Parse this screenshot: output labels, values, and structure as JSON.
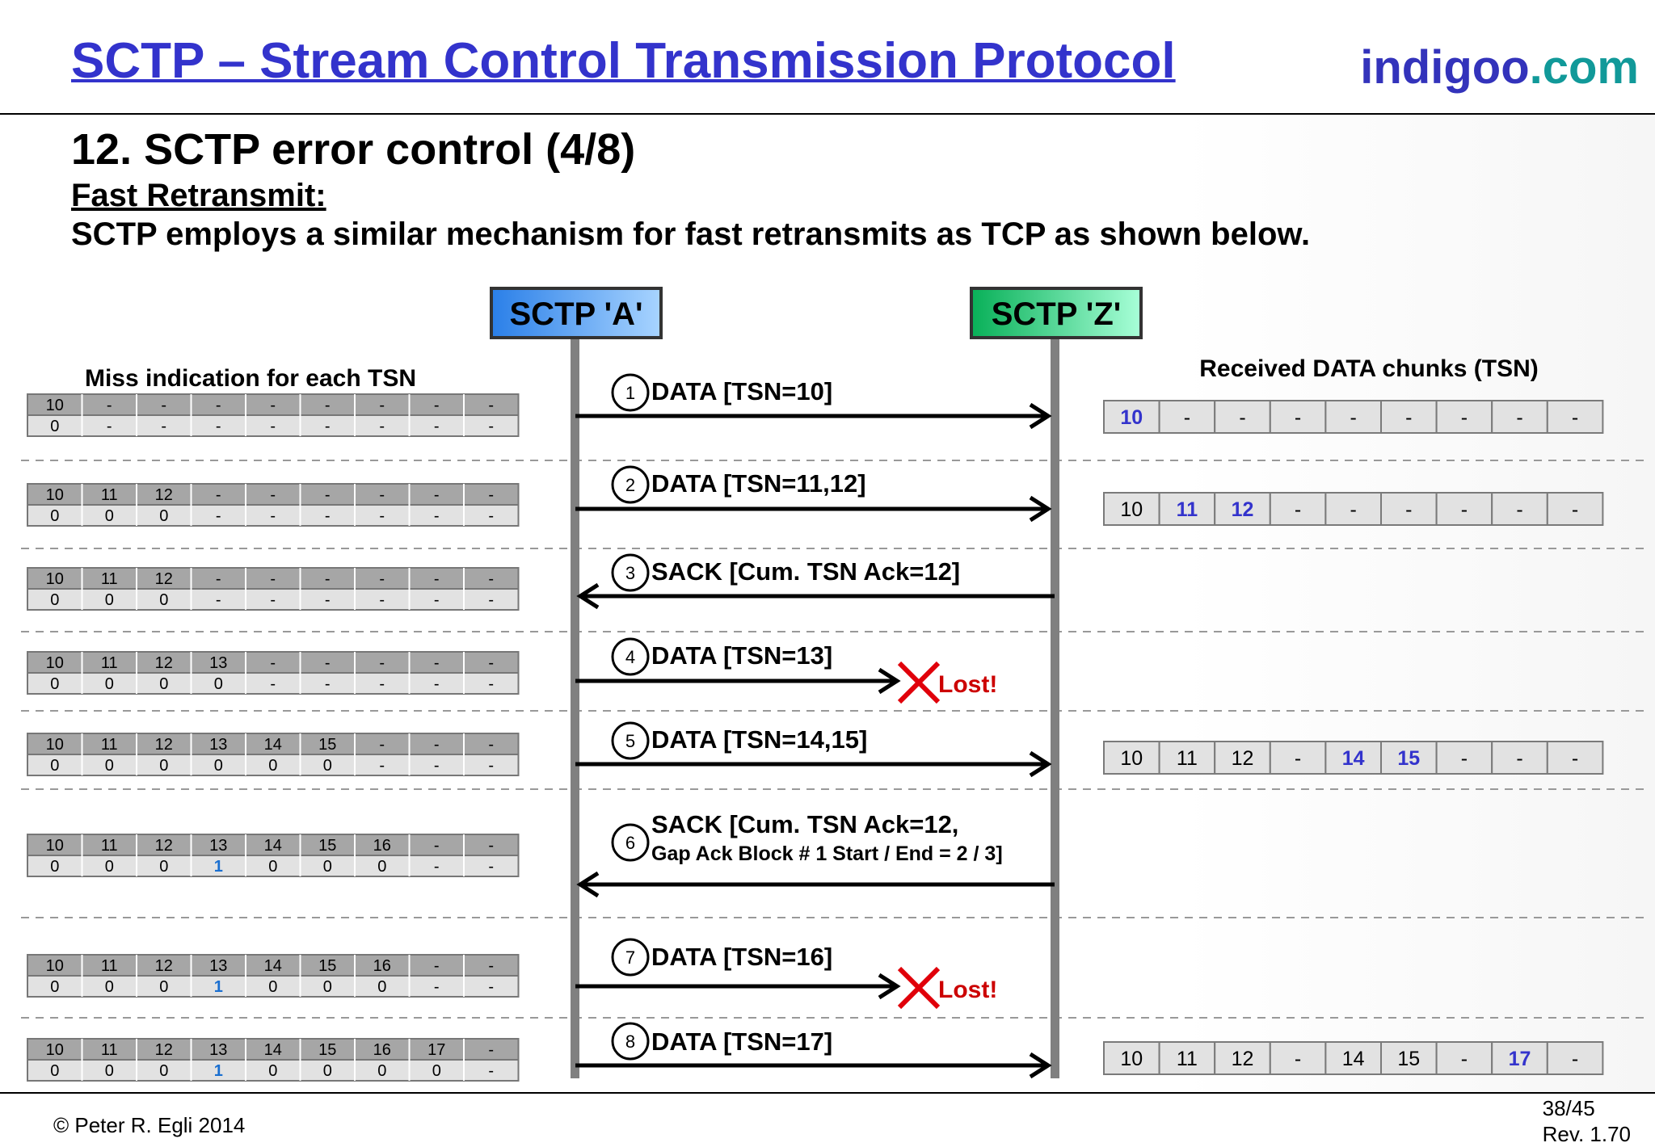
{
  "header": {
    "title": "SCTP – Stream Control Transmission Protocol",
    "brand_part1": "indigoo",
    "brand_part2": ".com"
  },
  "section_title": "12. SCTP error control (4/8)",
  "subheading": "Fast Retransmit:",
  "description": "SCTP employs a similar mechanism for fast retransmits as TCP as shown below.",
  "entities": {
    "a_label": "SCTP 'A'",
    "z_label": "SCTP 'Z'"
  },
  "left_table_title": "Miss indication for each TSN",
  "right_table_title": "Received DATA chunks (TSN)",
  "lost_label": "Lost!",
  "messages": [
    {
      "num": "1",
      "text": "DATA [TSN=10]",
      "direction": "A-to-Z",
      "lost": false,
      "miss_tsn": [
        "10",
        "-",
        "-",
        "-",
        "-",
        "-",
        "-",
        "-",
        "-"
      ],
      "miss_cnt": [
        "0",
        "-",
        "-",
        "-",
        "-",
        "-",
        "-",
        "-",
        "-"
      ],
      "recv": [
        "10",
        "-",
        "-",
        "-",
        "-",
        "-",
        "-",
        "-",
        "-"
      ],
      "recv_highlight": [
        0
      ]
    },
    {
      "num": "2",
      "text": "DATA [TSN=11,12]",
      "direction": "A-to-Z",
      "lost": false,
      "miss_tsn": [
        "10",
        "11",
        "12",
        "-",
        "-",
        "-",
        "-",
        "-",
        "-"
      ],
      "miss_cnt": [
        "0",
        "0",
        "0",
        "-",
        "-",
        "-",
        "-",
        "-",
        "-"
      ],
      "recv": [
        "10",
        "11",
        "12",
        "-",
        "-",
        "-",
        "-",
        "-",
        "-"
      ],
      "recv_highlight": [
        1,
        2
      ]
    },
    {
      "num": "3",
      "text": "SACK [Cum. TSN Ack=12]",
      "direction": "Z-to-A",
      "lost": false,
      "miss_tsn": [
        "10",
        "11",
        "12",
        "-",
        "-",
        "-",
        "-",
        "-",
        "-"
      ],
      "miss_cnt": [
        "0",
        "0",
        "0",
        "-",
        "-",
        "-",
        "-",
        "-",
        "-"
      ],
      "recv": null,
      "recv_highlight": []
    },
    {
      "num": "4",
      "text": "DATA [TSN=13]",
      "direction": "A-to-Z",
      "lost": true,
      "miss_tsn": [
        "10",
        "11",
        "12",
        "13",
        "-",
        "-",
        "-",
        "-",
        "-"
      ],
      "miss_cnt": [
        "0",
        "0",
        "0",
        "0",
        "-",
        "-",
        "-",
        "-",
        "-"
      ],
      "recv": null,
      "recv_highlight": []
    },
    {
      "num": "5",
      "text": "DATA [TSN=14,15]",
      "direction": "A-to-Z",
      "lost": false,
      "miss_tsn": [
        "10",
        "11",
        "12",
        "13",
        "14",
        "15",
        "-",
        "-",
        "-"
      ],
      "miss_cnt": [
        "0",
        "0",
        "0",
        "0",
        "0",
        "0",
        "-",
        "-",
        "-"
      ],
      "recv": [
        "10",
        "11",
        "12",
        "-",
        "14",
        "15",
        "-",
        "-",
        "-"
      ],
      "recv_highlight": [
        4,
        5
      ]
    },
    {
      "num": "6",
      "text": "SACK [Cum. TSN Ack=12,",
      "text2": "Gap Ack Block # 1 Start / End = 2 / 3]",
      "direction": "Z-to-A",
      "lost": false,
      "miss_tsn": [
        "10",
        "11",
        "12",
        "13",
        "14",
        "15",
        "16",
        "-",
        "-"
      ],
      "miss_cnt": [
        "0",
        "0",
        "0",
        "1",
        "0",
        "0",
        "0",
        "-",
        "-"
      ],
      "recv": null,
      "recv_highlight": []
    },
    {
      "num": "7",
      "text": "DATA [TSN=16]",
      "direction": "A-to-Z",
      "lost": true,
      "miss_tsn": [
        "10",
        "11",
        "12",
        "13",
        "14",
        "15",
        "16",
        "-",
        "-"
      ],
      "miss_cnt": [
        "0",
        "0",
        "0",
        "1",
        "0",
        "0",
        "0",
        "-",
        "-"
      ],
      "recv": null,
      "recv_highlight": []
    },
    {
      "num": "8",
      "text": "DATA [TSN=17]",
      "direction": "A-to-Z",
      "lost": false,
      "miss_tsn": [
        "10",
        "11",
        "12",
        "13",
        "14",
        "15",
        "16",
        "17",
        "-"
      ],
      "miss_cnt": [
        "0",
        "0",
        "0",
        "1",
        "0",
        "0",
        "0",
        "0",
        "-"
      ],
      "recv": [
        "10",
        "11",
        "12",
        "-",
        "14",
        "15",
        "-",
        "17",
        "-"
      ],
      "recv_highlight": [
        7
      ]
    }
  ],
  "miss_highlight_value": "1",
  "colors": {
    "title": "#3333cc",
    "brand_blue": "#3333bb",
    "brand_teal": "#119999",
    "highlight_blue": "#3333cc",
    "miss_highlight": "#1a6fd0",
    "lost_red": "#cc0000",
    "lifeline": "#808080"
  },
  "footer": {
    "copyright": "© Peter R. Egli 2014",
    "page": "38/45",
    "revision": "Rev. 1.70"
  }
}
